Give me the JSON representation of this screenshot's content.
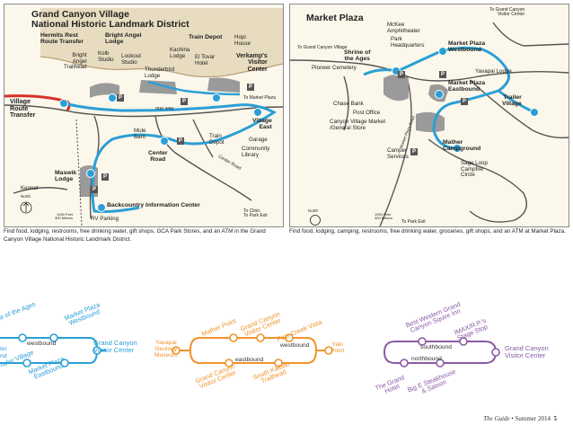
{
  "left_map": {
    "title_line1": "Grand Canyon Village",
    "title_line2": "National Historic Landmark District",
    "stops": {
      "hermits_rest": "Hermits Rest\nRoute Transfer",
      "bright_angel": "Bright Angel\nLodge",
      "train_depot": "Train Depot",
      "verkamps": "Verkamp's\nVisitor\nCenter",
      "village_east": "Village\nEast",
      "center_road": "Center\nRoad",
      "maswik": "Maswik\nLodge",
      "backcountry": "Backcountry Information Center",
      "village_route": "Village\nRoute\nTransfer"
    },
    "places": {
      "bright_angel_trailhead": "Bright\nAngel\nTrailhead",
      "kolb_studio": "Kolb\nStudio",
      "lookout_studio": "Lookout\nStudio",
      "kachina_lodge": "Kachina\nLodge",
      "el_tovar": "El Tovar\nHotel",
      "hopi_house": "Hopi\nHouse",
      "thunderbird": "Thunderbird\nLodge",
      "to_market_plaza": "To Market Plaza",
      "one_way": "one way",
      "mule_barn": "Mule\nBarn",
      "train_depot_small": "Train\nDepot",
      "community_library": "Community\nLibrary",
      "garage": "Garage",
      "center_road_label": "Center Road",
      "kennel": "Kennel",
      "rv_parking": "RV Parking",
      "to_clinic": "To Clinic\nTo Park Exit",
      "north": "North",
      "scale": "1000 Feet\n300 Meters"
    },
    "caption": "Find food, lodging, restrooms, free drinking water, gift shops, GCA Park Stores, and an ATM in the Grand Canyon Village National Historic Landmark District."
  },
  "right_map": {
    "title": "Market Plaza",
    "stops": {
      "shrine": "Shrine of\nthe Ages",
      "market_west": "Market Plaza\nWestbound",
      "market_east": "Market Plaza\nEastbound",
      "trailer_village": "Trailer\nVillage",
      "mather": "Mather\nCampground"
    },
    "places": {
      "to_gc_visitor_center": "To Grand Canyon\nVisitor Center",
      "mckee": "McKee\nAmphitheater",
      "park_hq": "Park\nHeadquarters",
      "to_gc_village": "To Grand Canyon Village",
      "pioneer_cemetery": "Pioneer Cemetery",
      "yavapai_lodge": "Yavapai Lodge",
      "chase_bank": "Chase Bank",
      "post_office": "Post Office",
      "gc_village_market": "Canyon Village Market\n/General Store",
      "market_plaza_road": "Market Plaza Road",
      "camper_services": "Camper\nServices",
      "sage_loop": "Sage Loop\nCampfire\nCircle",
      "north": "North",
      "scale": "1000 Feet\n300 Meters",
      "to_park_exit": "To Park Exit"
    },
    "caption": "Find food, lodging, camping, restrooms, free drinking water, groceries, gift shops, and an ATM at Market Plaza."
  },
  "route_blue": {
    "shrine": "Shrine of the Ages",
    "market_west": "Market Plaza\nWestbound",
    "westbound": "westbound",
    "visitor_center": "Grand Canyon\nVisitor Center",
    "trailer_village": "Trailer Village",
    "market_east": "Market Plaza\nEastbound",
    "cut_left_top": "ter",
    "cut_left_bottom": "nd"
  },
  "route_orange": {
    "mather_point": "Mather Point",
    "gc_visitor_center_top": "Grand Canyon\nVisitor Center",
    "pipe_creek": "Pipe Creek Vista",
    "yavapai_geology": "Yavapai\nGeology\nMuseum",
    "westbound": "westbound",
    "eastbound": "eastbound",
    "yaki_point": "Yaki\nPoint",
    "gc_visitor_center_bottom": "Grand Canyon\nVisitor Center",
    "south_kaibab": "South Kaibab\nTrailhead"
  },
  "route_purple": {
    "best_western": "Best Western Grand\nCanyon Squire Inn",
    "imax": "IMAX/R.P.'s\nStage Stop",
    "southbound": "southbound",
    "northbound": "northbound",
    "visitor_center": "Grand Canyon\nVisitor Center",
    "grand_hotel": "The Grand\nHotel",
    "big_e": "Big E Steakhouse\n& Saloon"
  },
  "footer": {
    "guide": "The Guide",
    "season": " • Summer 2014  ",
    "page": "5"
  },
  "colors": {
    "blue_route": "#2a9fd6",
    "red_route": "#d8302b",
    "orange_route": "#f0932b",
    "purple_route": "#8a5aa6",
    "map_bg": "#fbf7ea"
  }
}
